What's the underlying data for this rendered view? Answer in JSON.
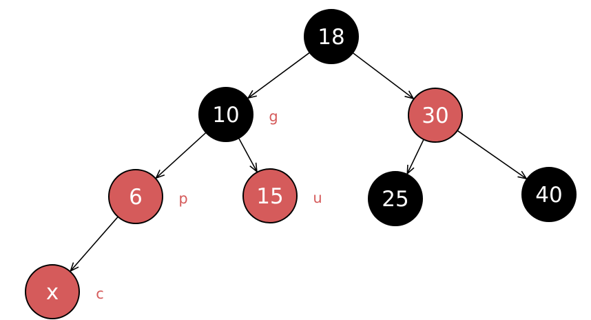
{
  "colors": {
    "black_node": "#000000",
    "red_node": "#d55b5b",
    "label_red": "#d55b5b",
    "edge": "#000000"
  },
  "nodes": [
    {
      "id": "n18",
      "label": "18",
      "color": "black",
      "tag": ""
    },
    {
      "id": "n10",
      "label": "10",
      "color": "black",
      "tag": "g"
    },
    {
      "id": "n30",
      "label": "30",
      "color": "red",
      "tag": ""
    },
    {
      "id": "n6",
      "label": "6",
      "color": "red",
      "tag": "p"
    },
    {
      "id": "n15",
      "label": "15",
      "color": "red",
      "tag": "u"
    },
    {
      "id": "n25",
      "label": "25",
      "color": "black",
      "tag": ""
    },
    {
      "id": "n40",
      "label": "40",
      "color": "black",
      "tag": ""
    },
    {
      "id": "nx",
      "label": "x",
      "color": "red",
      "tag": "c"
    }
  ],
  "edges": [
    {
      "from": "n18",
      "to": "n10"
    },
    {
      "from": "n18",
      "to": "n30"
    },
    {
      "from": "n10",
      "to": "n6"
    },
    {
      "from": "n10",
      "to": "n15"
    },
    {
      "from": "n30",
      "to": "n25"
    },
    {
      "from": "n30",
      "to": "n40"
    },
    {
      "from": "n6",
      "to": "nx"
    }
  ]
}
